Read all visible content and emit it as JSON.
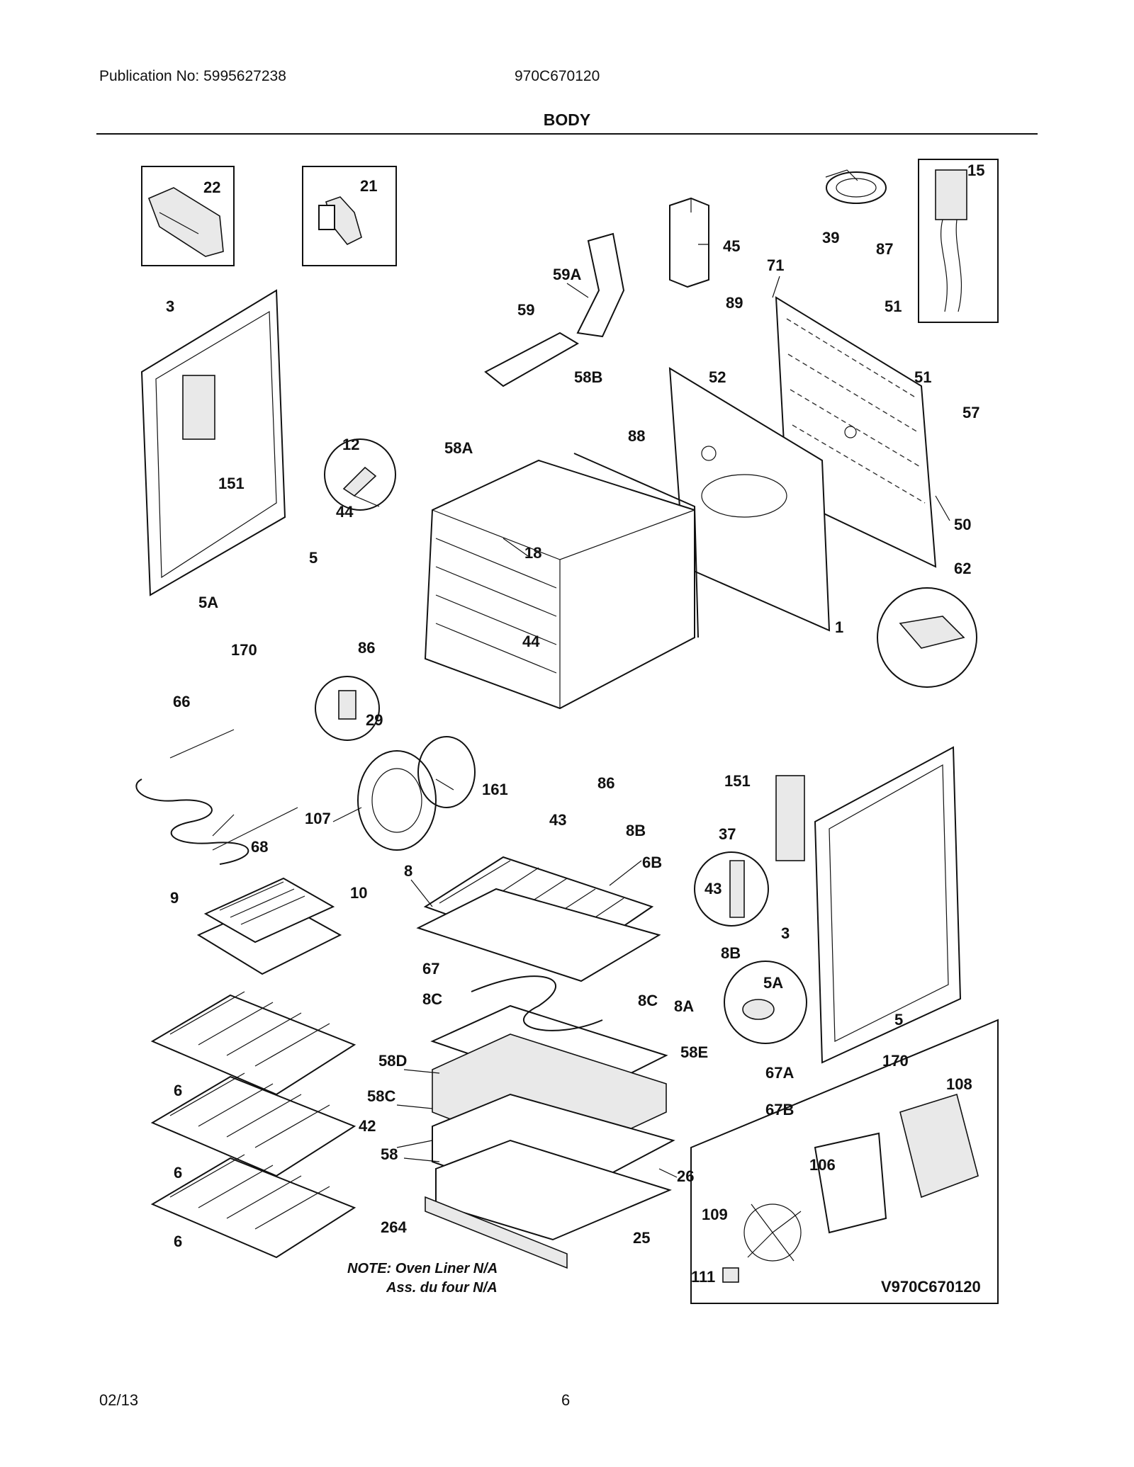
{
  "header": {
    "publication": "Publication No: 5995627238",
    "model": "970C670120",
    "section_title": "BODY"
  },
  "diagram": {
    "callouts": [
      "22",
      "21",
      "15",
      "39",
      "87",
      "45",
      "71",
      "59A",
      "89",
      "51",
      "3",
      "59",
      "58B",
      "52",
      "51",
      "57",
      "12",
      "58A",
      "88",
      "44",
      "18",
      "50",
      "151",
      "5",
      "62",
      "5A",
      "44",
      "1",
      "170",
      "86",
      "66",
      "29",
      "161",
      "107",
      "86",
      "68",
      "43",
      "151",
      "8B",
      "37",
      "6B",
      "8",
      "9",
      "10",
      "43",
      "3",
      "8B",
      "67",
      "5A",
      "8C",
      "8C",
      "8A",
      "58D",
      "58E",
      "67A",
      "5",
      "170",
      "58C",
      "67B",
      "108",
      "42",
      "58",
      "26",
      "106",
      "6",
      "6",
      "6",
      "109",
      "264",
      "25",
      "111"
    ],
    "note_line1": "NOTE: Oven Liner N/A",
    "note_line2": "Ass. du four N/A",
    "inset_label": "V970C670120"
  },
  "footer": {
    "date": "02/13",
    "page": "6"
  }
}
